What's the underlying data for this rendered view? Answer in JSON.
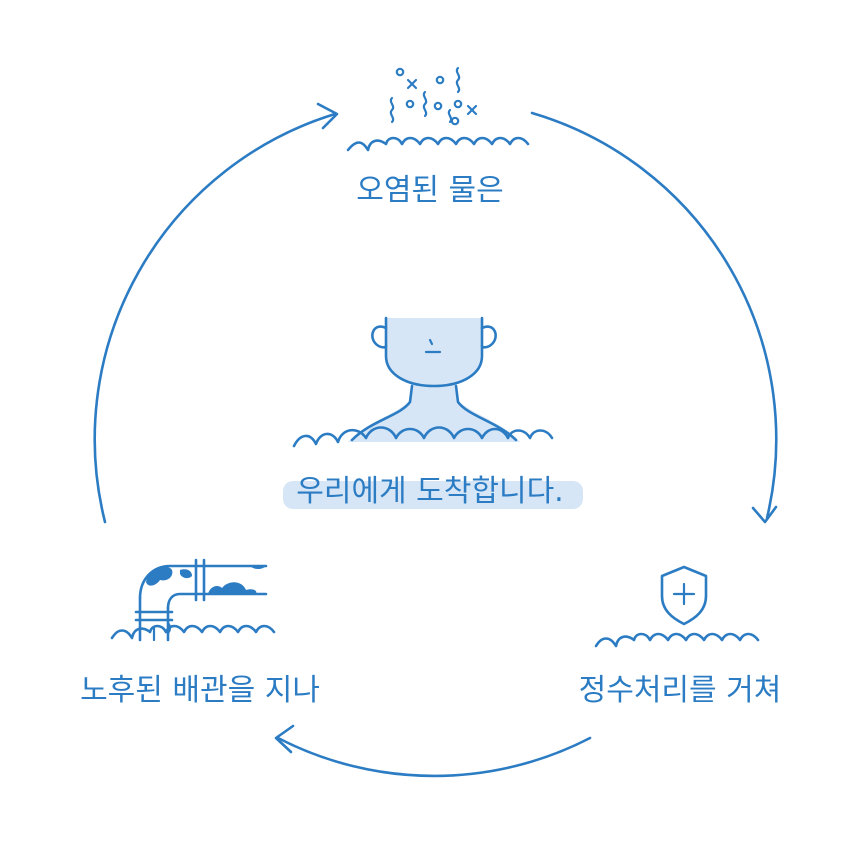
{
  "steps": {
    "top": "오염된 물은",
    "right": "정수처리를 거쳐",
    "left": "노후된 배관을 지나",
    "center": "우리에게 도착합니다."
  },
  "colors": {
    "stroke": "#2c7cc4",
    "fill_light": "#d6e6f6",
    "pipe_stain": "#2c7cc4"
  },
  "icons": {
    "top": "polluted-water-icon",
    "right": "shield-plus-icon",
    "left": "rusty-pipe-icon",
    "center": "person-in-water-icon"
  }
}
